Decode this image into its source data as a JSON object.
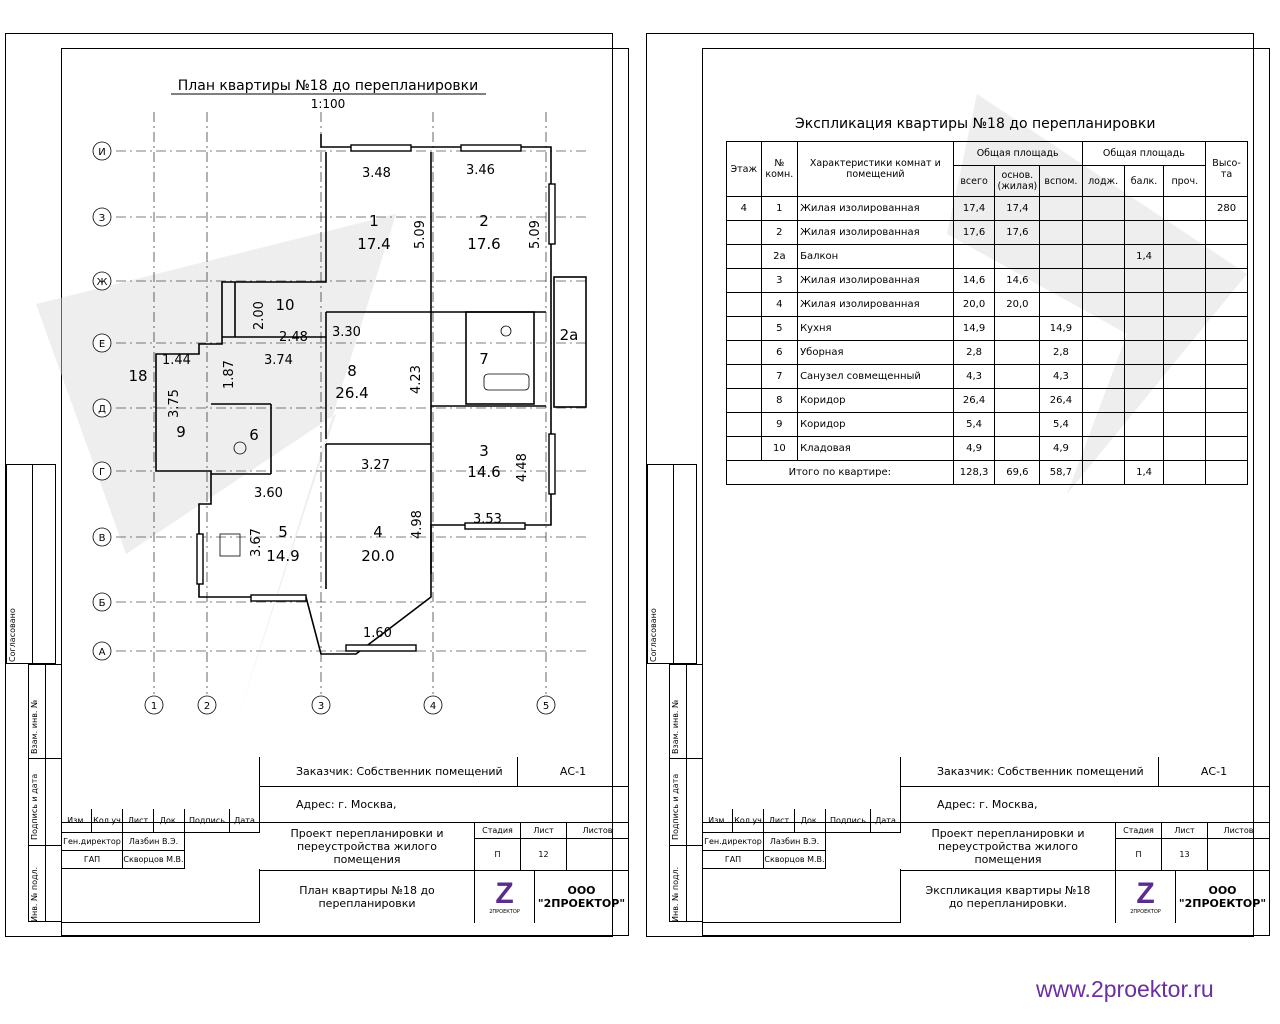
{
  "plan": {
    "title": "План квартиры №18 до перепланировки",
    "scale": "1:100",
    "axes_rows": [
      "И",
      "З",
      "Ж",
      "Е",
      "Д",
      "Г",
      "В",
      "Б",
      "А"
    ],
    "axes_cols": [
      "1",
      "2",
      "3",
      "4",
      "5"
    ],
    "apartment_number": "18",
    "rooms": [
      {
        "num": "1",
        "area": "17.4"
      },
      {
        "num": "2",
        "area": "17.6"
      },
      {
        "num": "2а",
        "area": ""
      },
      {
        "num": "3",
        "area": "14.6"
      },
      {
        "num": "4",
        "area": "20.0"
      },
      {
        "num": "5",
        "area": "14.9"
      },
      {
        "num": "6",
        "area": ""
      },
      {
        "num": "7",
        "area": ""
      },
      {
        "num": "8",
        "area": "26.4"
      },
      {
        "num": "9",
        "area": ""
      },
      {
        "num": "10",
        "area": ""
      }
    ],
    "dimensions": [
      "3.48",
      "3.46",
      "5.09",
      "5.09",
      "2.00",
      "2.48",
      "3.30",
      "3.74",
      "1.44",
      "1.87",
      "3.75",
      "4.23",
      "3.27",
      "4.48",
      "3.60",
      "3.67",
      "4.98",
      "3.53",
      "1.60"
    ]
  },
  "explication": {
    "title": "Экспликация квартиры №18 до перепланировки",
    "headers": {
      "floor": "Этаж",
      "room_no": "№ комн.",
      "desc": "Характеристики комнат и помещений",
      "total_area": "Общая площадь",
      "total_area2": "Общая площадь",
      "all": "всего",
      "main": "основ. (жилая)",
      "aux": "вспом.",
      "loggia": "лодж.",
      "balcony": "балк.",
      "other": "проч.",
      "height": "Высо-та"
    },
    "rows": [
      {
        "floor": "4",
        "no": "1",
        "desc": "Жилая изолированная",
        "all": "17,4",
        "main": "17,4",
        "aux": "",
        "loggia": "",
        "balcony": "",
        "other": "",
        "height": "280"
      },
      {
        "floor": "",
        "no": "2",
        "desc": "Жилая изолированная",
        "all": "17,6",
        "main": "17,6",
        "aux": "",
        "loggia": "",
        "balcony": "",
        "other": "",
        "height": ""
      },
      {
        "floor": "",
        "no": "2а",
        "desc": "Балкон",
        "all": "",
        "main": "",
        "aux": "",
        "loggia": "",
        "balcony": "1,4",
        "other": "",
        "height": ""
      },
      {
        "floor": "",
        "no": "3",
        "desc": "Жилая изолированная",
        "all": "14,6",
        "main": "14,6",
        "aux": "",
        "loggia": "",
        "balcony": "",
        "other": "",
        "height": ""
      },
      {
        "floor": "",
        "no": "4",
        "desc": "Жилая изолированная",
        "all": "20,0",
        "main": "20,0",
        "aux": "",
        "loggia": "",
        "balcony": "",
        "other": "",
        "height": ""
      },
      {
        "floor": "",
        "no": "5",
        "desc": "Кухня",
        "all": "14,9",
        "main": "",
        "aux": "14,9",
        "loggia": "",
        "balcony": "",
        "other": "",
        "height": ""
      },
      {
        "floor": "",
        "no": "6",
        "desc": "Уборная",
        "all": "2,8",
        "main": "",
        "aux": "2,8",
        "loggia": "",
        "balcony": "",
        "other": "",
        "height": ""
      },
      {
        "floor": "",
        "no": "7",
        "desc": "Санузел совмещенный",
        "all": "4,3",
        "main": "",
        "aux": "4,3",
        "loggia": "",
        "balcony": "",
        "other": "",
        "height": ""
      },
      {
        "floor": "",
        "no": "8",
        "desc": "Коридор",
        "all": "26,4",
        "main": "",
        "aux": "26,4",
        "loggia": "",
        "balcony": "",
        "other": "",
        "height": ""
      },
      {
        "floor": "",
        "no": "9",
        "desc": "Коридор",
        "all": "5,4",
        "main": "",
        "aux": "5,4",
        "loggia": "",
        "balcony": "",
        "other": "",
        "height": ""
      },
      {
        "floor": "",
        "no": "10",
        "desc": "Кладовая",
        "all": "4,9",
        "main": "",
        "aux": "4,9",
        "loggia": "",
        "balcony": "",
        "other": "",
        "height": ""
      }
    ],
    "total": {
      "label": "Итого по квартире:",
      "all": "128,3",
      "main": "69,6",
      "aux": "58,7",
      "balcony": "1,4"
    }
  },
  "sheets": [
    {
      "customer": "Заказчик: Собственник помещений",
      "code": "АС-1",
      "address": "Адрес: г. Москва,",
      "cols": [
        "Изм.",
        "Кол.уч",
        "Лист",
        "Док.",
        "Подпись",
        "Дата"
      ],
      "role1": "Ген.директор",
      "name1": "Лазбин В.Э.",
      "role2": "ГАП",
      "name2": "Скворцов М.В.",
      "project": "Проект перепланировки и переустройства жилого помещения",
      "stage_h": "Стадия",
      "sheet_h": "Лист",
      "sheets_h": "Листов",
      "stage": "П",
      "sheet": "12",
      "title": "План квартиры №18 до перепланировки",
      "company1": "ООО",
      "company2": "\"2ПРОЕКТОР\"",
      "logo_text": "2ПРОЕКТОР"
    },
    {
      "customer": "Заказчик: Собственник помещений",
      "code": "АС-1",
      "address": "Адрес: г. Москва,",
      "cols": [
        "Изм.",
        "Кол.уч",
        "Лист",
        "Док.",
        "Подпись",
        "Дата"
      ],
      "role1": "Ген.директор",
      "name1": "Лазбин В.Э.",
      "role2": "ГАП",
      "name2": "Скворцов М.В.",
      "project": "Проект перепланировки и переустройства жилого помещения",
      "stage_h": "Стадия",
      "sheet_h": "Лист",
      "sheets_h": "Листов",
      "stage": "П",
      "sheet": "13",
      "title": "Экспликация квартиры №18 до перепланировки.",
      "company1": "ООО",
      "company2": "\"2ПРОЕКТОР\"",
      "logo_text": "2ПРОЕКТОР"
    }
  ],
  "margin": {
    "agreed": "Согласовано",
    "inv_repl": "Взам. инв. №",
    "sign_date": "Подпись и дата",
    "inv_orig": "Инв. № подл."
  },
  "footer": {
    "url": "www.2proektor.ru"
  },
  "colors": {
    "url": "#6b2fa0",
    "logo_purple": "#5b2c8f",
    "logo_yellow": "#f2c200"
  }
}
